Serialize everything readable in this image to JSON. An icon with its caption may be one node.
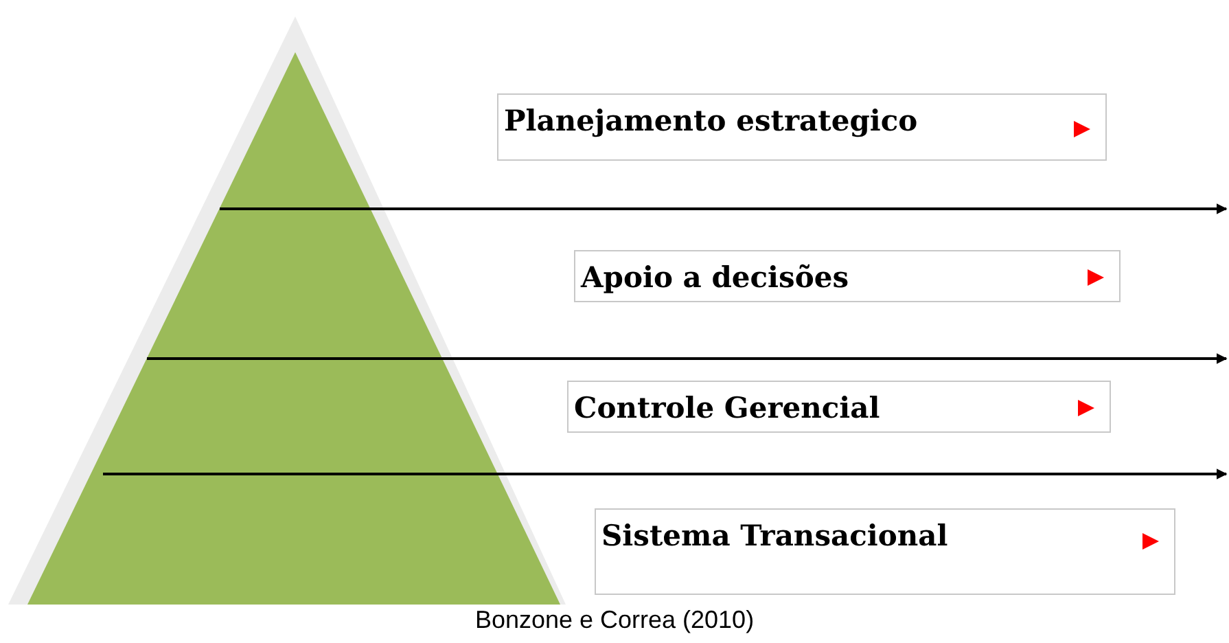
{
  "diagram": {
    "caption": "Bonzone e Correa (2010)",
    "nodes": [
      {
        "text": [
          "Planejamento estrategico"
        ]
      },
      {
        "text": [
          "Apoio a decisões"
        ]
      },
      {
        "text": [
          "Controle Gerencial"
        ]
      },
      {
        "text": [
          "Sistema Transacional"
        ]
      }
    ]
  }
}
